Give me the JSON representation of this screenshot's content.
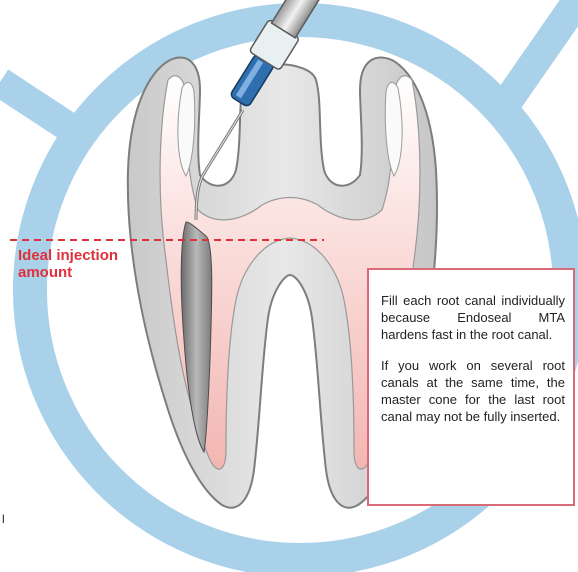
{
  "annotation": {
    "ideal_label_line1": "Ideal injection",
    "ideal_label_line2": "amount"
  },
  "note": {
    "paragraph1": "Fill each root canal individually because Endoseal MTA hardens fast in the root canal.",
    "paragraph2": "If you work on several root canals at the same time, the master cone for the last root canal may not be fully inserted."
  },
  "stray_mark": "l",
  "colors": {
    "ring": "#a9d1ea",
    "dashed_line": "#e0303a",
    "note_border": "#d96b78",
    "root_canal": "#f6c9c6",
    "needle_tip": "#2f6fb0"
  }
}
